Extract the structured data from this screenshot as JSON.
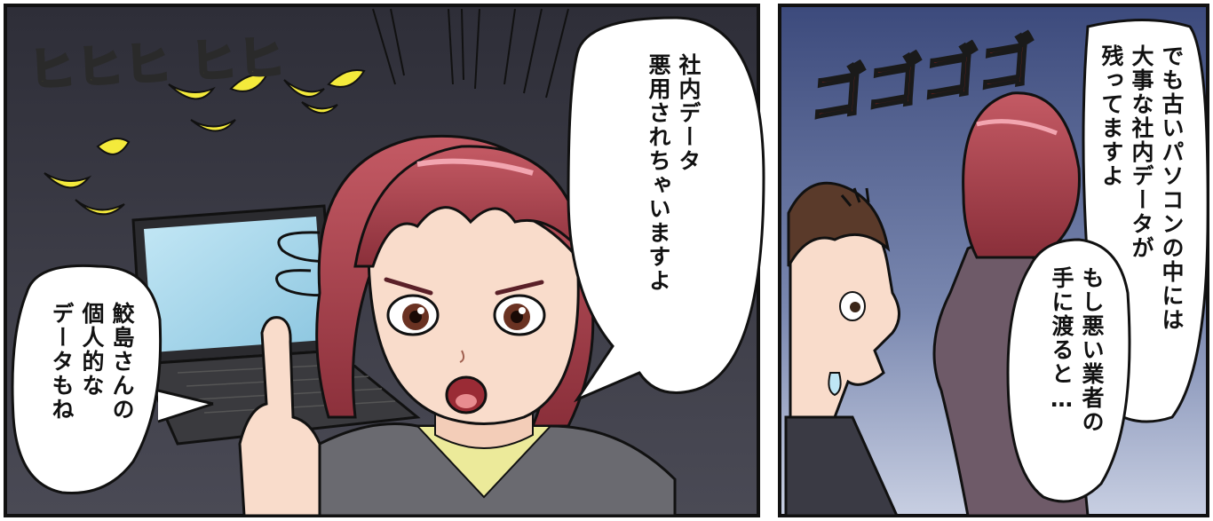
{
  "panels": {
    "left": {
      "sfx": "ヒヒヒ ヒヒ",
      "bubbles": [
        {
          "lines": [
            "社内データ",
            "悪用されちゃいますよ"
          ]
        },
        {
          "lines": [
            "鮫島さんの",
            "個人的な",
            "データもね"
          ]
        }
      ]
    },
    "right": {
      "sfx": "ゴゴゴゴ",
      "bubbles": [
        {
          "lines": [
            "でも古いパソコンの中には",
            "大事な社内データが",
            "残ってますよ"
          ]
        },
        {
          "lines": [
            "もし悪い業者の",
            "手に渡ると…"
          ]
        }
      ]
    }
  },
  "colors": {
    "left_bg": "#3a3a46",
    "right_bg": "#5a6a9a",
    "hair": "#b24a55",
    "skin": "#f9dccb",
    "jacket": "#6a6a70",
    "laptop_screen": "#a9d8ec",
    "eyes_glow": "#f4ea3b",
    "sfx_red": "#e32b22"
  }
}
